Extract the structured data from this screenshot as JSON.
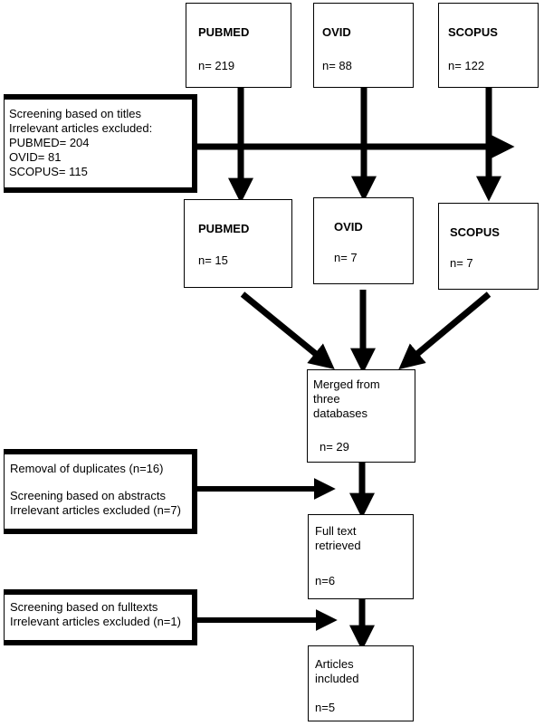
{
  "sources": [
    {
      "name": "PUBMED",
      "count": "n= 219"
    },
    {
      "name": "OVID",
      "count": "n= 88"
    },
    {
      "name": "SCOPUS",
      "count": "n= 122"
    }
  ],
  "title_screening": {
    "lines": [
      "Screening based on titles",
      "Irrelevant articles excluded:",
      "PUBMED= 204",
      "OVID= 81",
      "SCOPUS= 115"
    ]
  },
  "after_title": [
    {
      "name": "PUBMED",
      "count": "n= 15"
    },
    {
      "name": "OVID",
      "count": "n= 7"
    },
    {
      "name": "SCOPUS",
      "count": "n= 7"
    }
  ],
  "merged": {
    "lines": [
      "Merged from",
      "three",
      "databases"
    ],
    "count": "n= 29"
  },
  "abstract_screening": {
    "line1": "Removal of duplicates (n=16)",
    "line2": "Screening based on abstracts",
    "line3": "Irrelevant articles excluded (n=7)"
  },
  "fulltext": {
    "lines": [
      "Full text",
      "retrieved"
    ],
    "count": "n=6"
  },
  "fulltext_screening": {
    "line1": "Screening based on fulltexts",
    "line2": "Irrelevant articles excluded (n=1)"
  },
  "included": {
    "lines": [
      "Articles",
      "included"
    ],
    "count": "n=5"
  }
}
